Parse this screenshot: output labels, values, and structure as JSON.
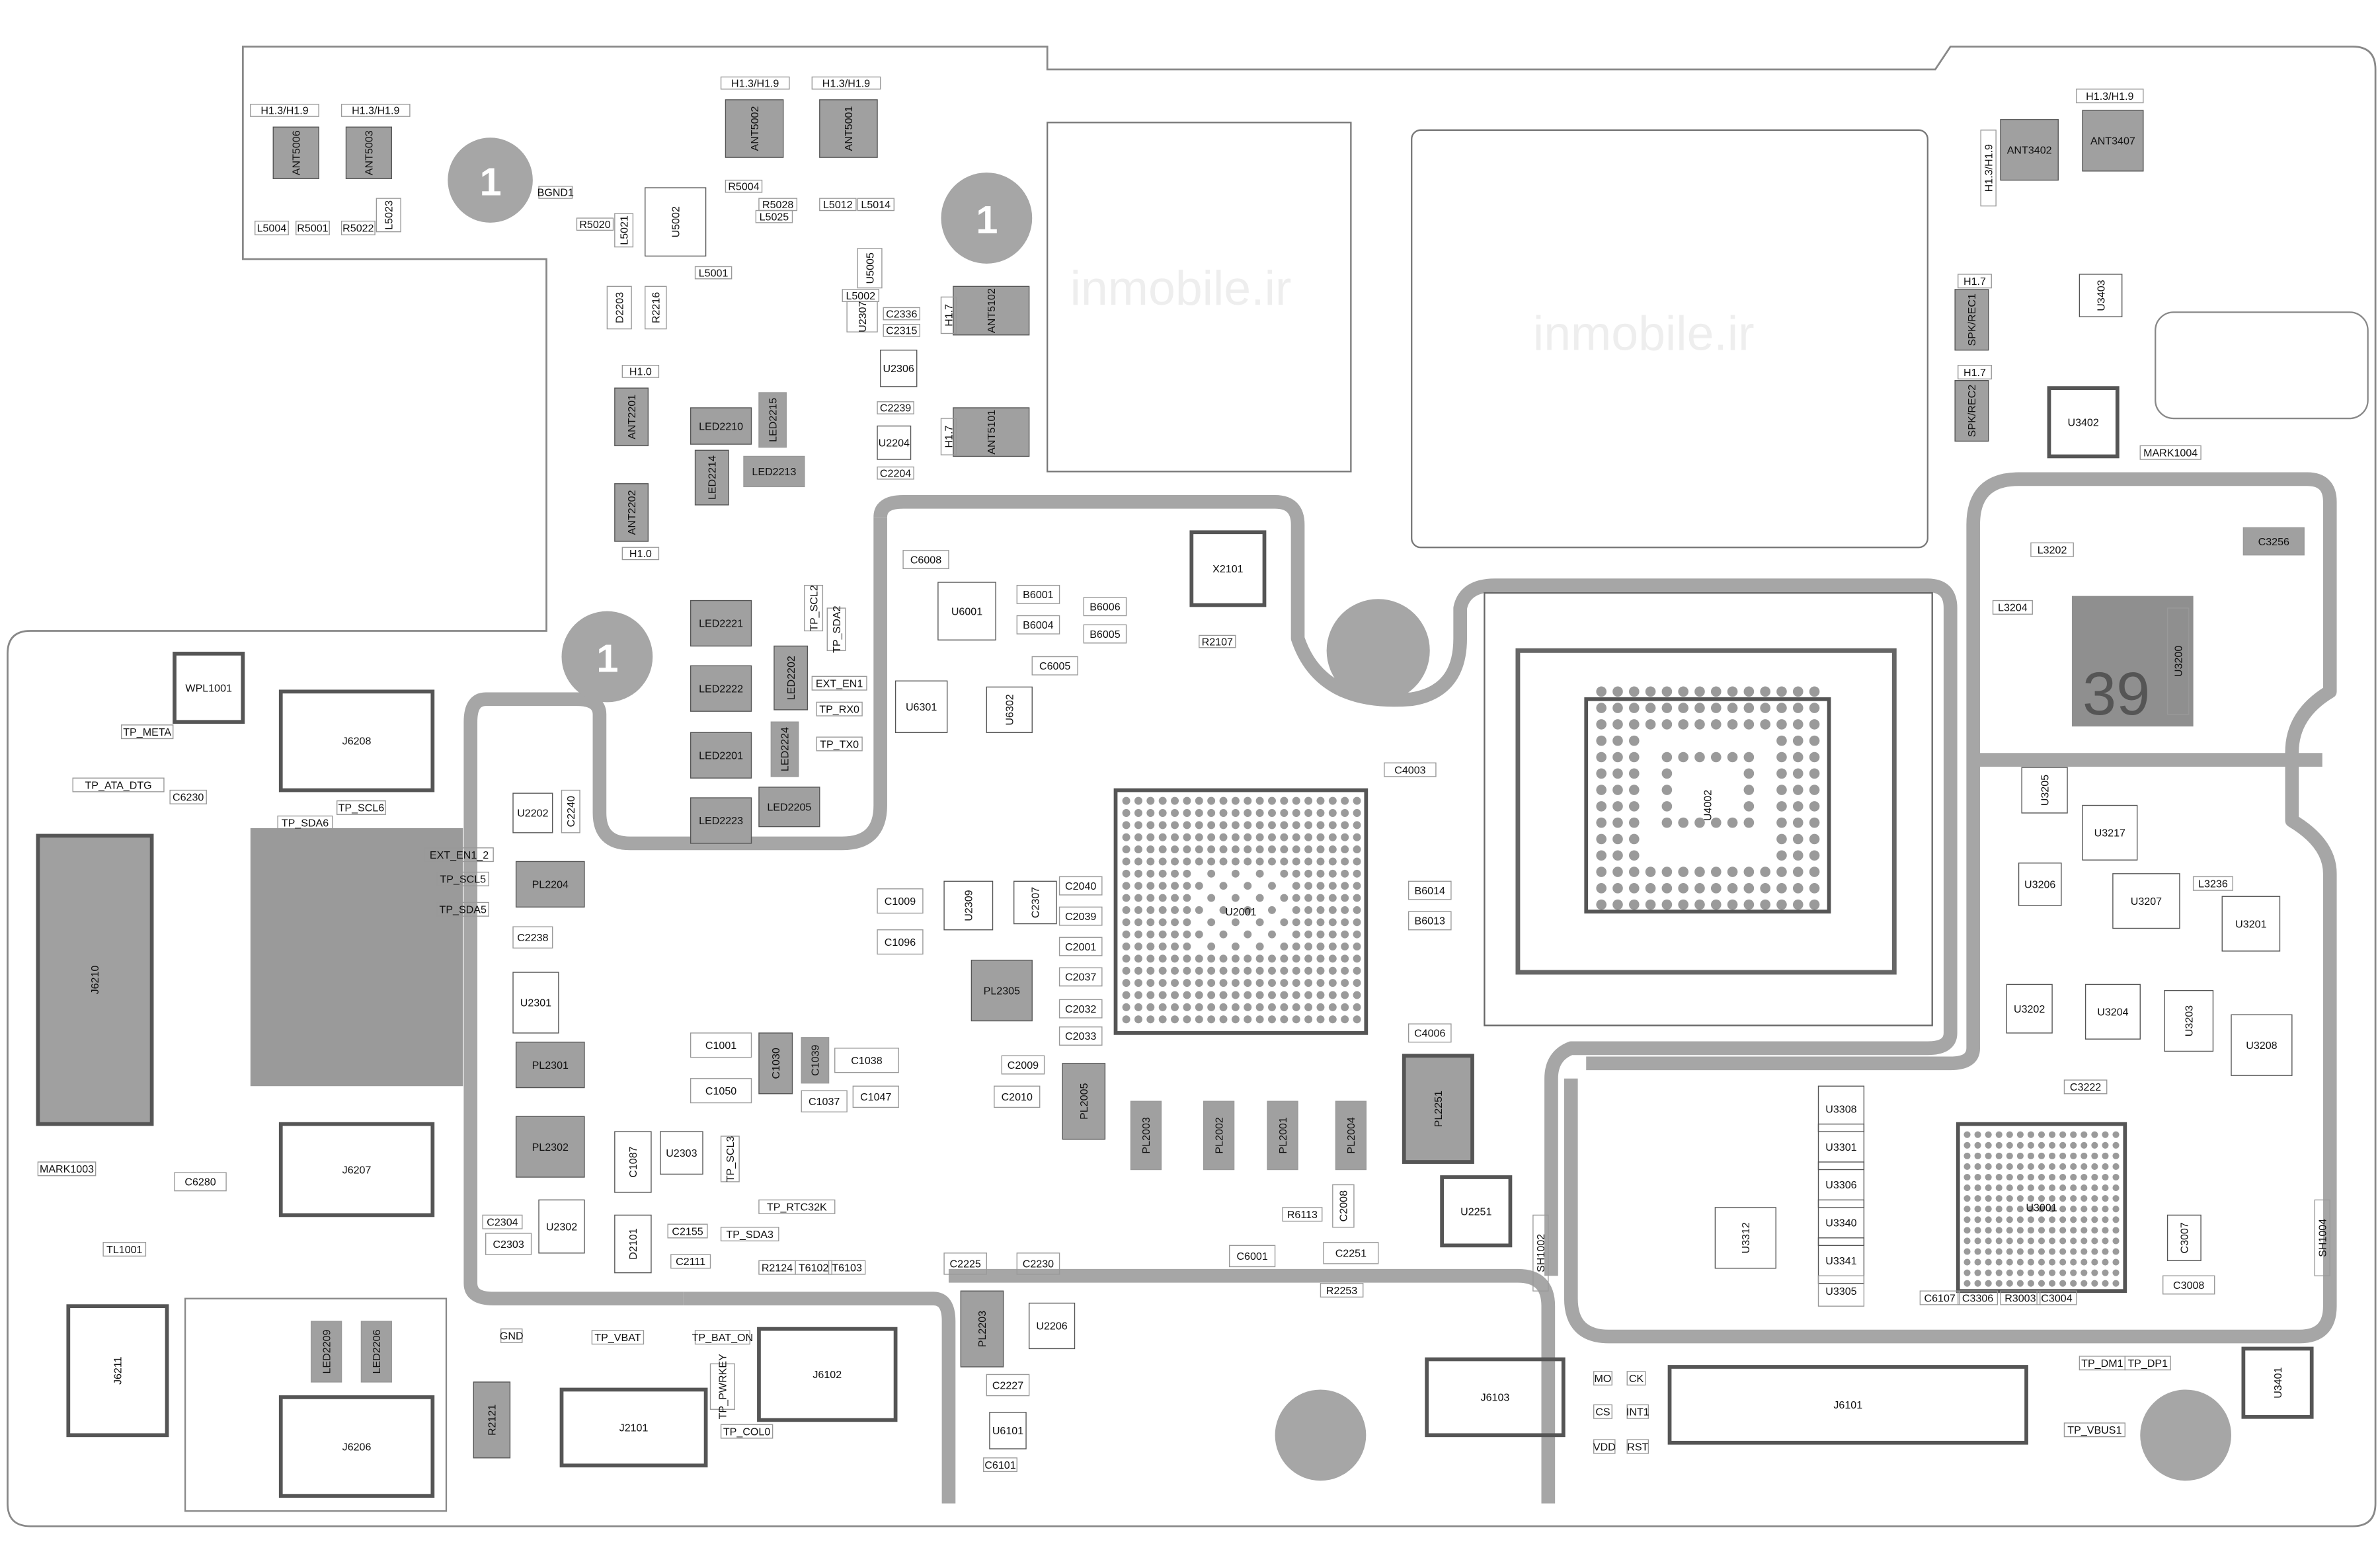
{
  "watermark": "inmobile.ir",
  "colors": {
    "shield": "#a6a6a6",
    "pad": "#9a9a9a",
    "outline": "#555555",
    "text": "#111111"
  },
  "fiducials": {
    "pin1_a": "1",
    "pin1_b": "1",
    "pin1_c": "1",
    "u3200_mark": "39"
  },
  "parts": [
    {
      "ref": "H1.3/H1.9"
    },
    {
      "ref": "H1.3/H1.9"
    },
    {
      "ref": "ANT5006"
    },
    {
      "ref": "ANT5003"
    },
    {
      "ref": "H1.3/H1.9"
    },
    {
      "ref": "H1.3/H1.9"
    },
    {
      "ref": "ANT5002"
    },
    {
      "ref": "ANT5001"
    },
    {
      "ref": "BGND1"
    },
    {
      "ref": "U5002"
    },
    {
      "ref": "L5004"
    },
    {
      "ref": "R5001"
    },
    {
      "ref": "R5022"
    },
    {
      "ref": "L5023"
    },
    {
      "ref": "R5020"
    },
    {
      "ref": "R5004"
    },
    {
      "ref": "L5025"
    },
    {
      "ref": "R5028"
    },
    {
      "ref": "L5012"
    },
    {
      "ref": "L5014"
    },
    {
      "ref": "L5021"
    },
    {
      "ref": "L5001"
    },
    {
      "ref": "U5005"
    },
    {
      "ref": "L5002"
    },
    {
      "ref": "U2307"
    },
    {
      "ref": "C2336"
    },
    {
      "ref": "C2315"
    },
    {
      "ref": "U2306"
    },
    {
      "ref": "C2239"
    },
    {
      "ref": "U2204"
    },
    {
      "ref": "C2204"
    },
    {
      "ref": "ANT5102"
    },
    {
      "ref": "H1.7"
    },
    {
      "ref": "ANT5101"
    },
    {
      "ref": "H1.7"
    },
    {
      "ref": "R2216"
    },
    {
      "ref": "D2203"
    },
    {
      "ref": "H1.0"
    },
    {
      "ref": "ANT2201"
    },
    {
      "ref": "ANT2202"
    },
    {
      "ref": "H1.0"
    },
    {
      "ref": "LED2210"
    },
    {
      "ref": "LED2215"
    },
    {
      "ref": "LED2214"
    },
    {
      "ref": "LED2213"
    },
    {
      "ref": "LED2221"
    },
    {
      "ref": "LED2222"
    },
    {
      "ref": "LED2201"
    },
    {
      "ref": "LED2223"
    },
    {
      "ref": "LED2224"
    },
    {
      "ref": "LED2205"
    },
    {
      "ref": "LED2202"
    },
    {
      "ref": "TP_SCL2"
    },
    {
      "ref": "TP_SDA2"
    },
    {
      "ref": "EXT_EN1"
    },
    {
      "ref": "TP_RX0"
    },
    {
      "ref": "TP_TX0"
    },
    {
      "ref": "WPL1001"
    },
    {
      "ref": "TP_META"
    },
    {
      "ref": "TP_ATA_DTG"
    },
    {
      "ref": "TP_SDA6"
    },
    {
      "ref": "TP_SCL6"
    },
    {
      "ref": "C6230"
    },
    {
      "ref": "J6208"
    },
    {
      "ref": "J6210"
    },
    {
      "ref": "EXT_EN1_2"
    },
    {
      "ref": "TP_SCL5"
    },
    {
      "ref": "TP_SDA5"
    },
    {
      "ref": "PL2204"
    },
    {
      "ref": "C2238"
    },
    {
      "ref": "U2301"
    },
    {
      "ref": "PL2301"
    },
    {
      "ref": "PL2302"
    },
    {
      "ref": "U2302"
    },
    {
      "ref": "C2303"
    },
    {
      "ref": "D2101"
    },
    {
      "ref": "C1087"
    },
    {
      "ref": "U2303"
    },
    {
      "ref": "TP_SCL3"
    },
    {
      "ref": "TP_RTC32K"
    },
    {
      "ref": "TP_SDA3"
    },
    {
      "ref": "C1001"
    },
    {
      "ref": "C1050"
    },
    {
      "ref": "C1030"
    },
    {
      "ref": "C1039"
    },
    {
      "ref": "C1038"
    },
    {
      "ref": "C1037"
    },
    {
      "ref": "C1047"
    },
    {
      "ref": "C1009"
    },
    {
      "ref": "C1096"
    },
    {
      "ref": "U2309"
    },
    {
      "ref": "C2307"
    },
    {
      "ref": "PL2305"
    },
    {
      "ref": "C2010"
    },
    {
      "ref": "PL2005"
    },
    {
      "ref": "U2001"
    },
    {
      "ref": "PL2003"
    },
    {
      "ref": "PL2002"
    },
    {
      "ref": "PL2001"
    },
    {
      "ref": "PL2004"
    },
    {
      "ref": "PL2251"
    },
    {
      "ref": "U2251"
    },
    {
      "ref": "C2251"
    },
    {
      "ref": "U6001"
    },
    {
      "ref": "U6301"
    },
    {
      "ref": "U6302"
    },
    {
      "ref": "C6008"
    },
    {
      "ref": "X2101"
    },
    {
      "ref": "R2107"
    },
    {
      "ref": "C4003"
    },
    {
      "ref": "C4006"
    },
    {
      "ref": "U4002"
    },
    {
      "ref": "MARK1003"
    },
    {
      "ref": "TL1001"
    },
    {
      "ref": "J6207"
    },
    {
      "ref": "C6280"
    },
    {
      "ref": "J6211"
    },
    {
      "ref": "LED2209"
    },
    {
      "ref": "LED2206"
    },
    {
      "ref": "J6206"
    },
    {
      "ref": "R2121"
    },
    {
      "ref": "GND"
    },
    {
      "ref": "TP_VBAT"
    },
    {
      "ref": "J2101"
    },
    {
      "ref": "TP_BAT_ON"
    },
    {
      "ref": "TP_PWRKEY"
    },
    {
      "ref": "TP_COL0"
    },
    {
      "ref": "J6102"
    },
    {
      "ref": "C2225"
    },
    {
      "ref": "C2230"
    },
    {
      "ref": "PL2203"
    },
    {
      "ref": "U2206"
    },
    {
      "ref": "C2227"
    },
    {
      "ref": "U6101"
    },
    {
      "ref": "J6103"
    },
    {
      "ref": "MO"
    },
    {
      "ref": "CK"
    },
    {
      "ref": "CS"
    },
    {
      "ref": "INT1"
    },
    {
      "ref": "VDD"
    },
    {
      "ref": "RST"
    },
    {
      "ref": "J6101"
    },
    {
      "ref": "TP_DM1"
    },
    {
      "ref": "TP_DP1"
    },
    {
      "ref": "TP_VBUS1"
    },
    {
      "ref": "U3401"
    },
    {
      "ref": "ANT3402"
    },
    {
      "ref": "ANT3407"
    },
    {
      "ref": "H1.3/H1.9"
    },
    {
      "ref": "H1.3/H1.9"
    },
    {
      "ref": "SPK/REC1"
    },
    {
      "ref": "SPK/REC2"
    },
    {
      "ref": "H1.7"
    },
    {
      "ref": "H1.7"
    },
    {
      "ref": "U3403"
    },
    {
      "ref": "U3402"
    },
    {
      "ref": "MARK1004"
    },
    {
      "ref": "C3256"
    },
    {
      "ref": "U3200"
    },
    {
      "ref": "U3205"
    },
    {
      "ref": "U3217"
    },
    {
      "ref": "U3206"
    },
    {
      "ref": "U3207"
    },
    {
      "ref": "U3201"
    },
    {
      "ref": "U3202"
    },
    {
      "ref": "U3204"
    },
    {
      "ref": "U3208"
    },
    {
      "ref": "U3203"
    },
    {
      "ref": "U3001"
    },
    {
      "ref": "U3312"
    },
    {
      "ref": "U3308"
    },
    {
      "ref": "U3301"
    },
    {
      "ref": "U3306"
    },
    {
      "ref": "U3340"
    },
    {
      "ref": "U3341"
    },
    {
      "ref": "U3305"
    },
    {
      "ref": "C3222"
    },
    {
      "ref": "C3007"
    },
    {
      "ref": "C3008"
    },
    {
      "ref": "SH1002"
    },
    {
      "ref": "SH1004"
    },
    {
      "ref": "L3202"
    },
    {
      "ref": "L3204"
    },
    {
      "ref": "L3236"
    },
    {
      "ref": "C6107"
    },
    {
      "ref": "C3306"
    },
    {
      "ref": "R3003"
    },
    {
      "ref": "C3004"
    },
    {
      "ref": "R6113"
    },
    {
      "ref": "R2253"
    },
    {
      "ref": "C6001"
    },
    {
      "ref": "C2009"
    },
    {
      "ref": "C2033"
    },
    {
      "ref": "C2032"
    },
    {
      "ref": "C2037"
    },
    {
      "ref": "C2001"
    },
    {
      "ref": "C2039"
    },
    {
      "ref": "C2040"
    },
    {
      "ref": "C6005"
    },
    {
      "ref": "B6001"
    },
    {
      "ref": "B6004"
    },
    {
      "ref": "B6006"
    },
    {
      "ref": "B6005"
    },
    {
      "ref": "B6014"
    },
    {
      "ref": "B6013"
    },
    {
      "ref": "C2008"
    },
    {
      "ref": "C2111"
    },
    {
      "ref": "C2155"
    },
    {
      "ref": "C6101"
    },
    {
      "ref": "U2202"
    },
    {
      "ref": "C2240"
    },
    {
      "ref": "C2304"
    },
    {
      "ref": "R2124"
    },
    {
      "ref": "T6102"
    },
    {
      "ref": "T6103"
    }
  ]
}
